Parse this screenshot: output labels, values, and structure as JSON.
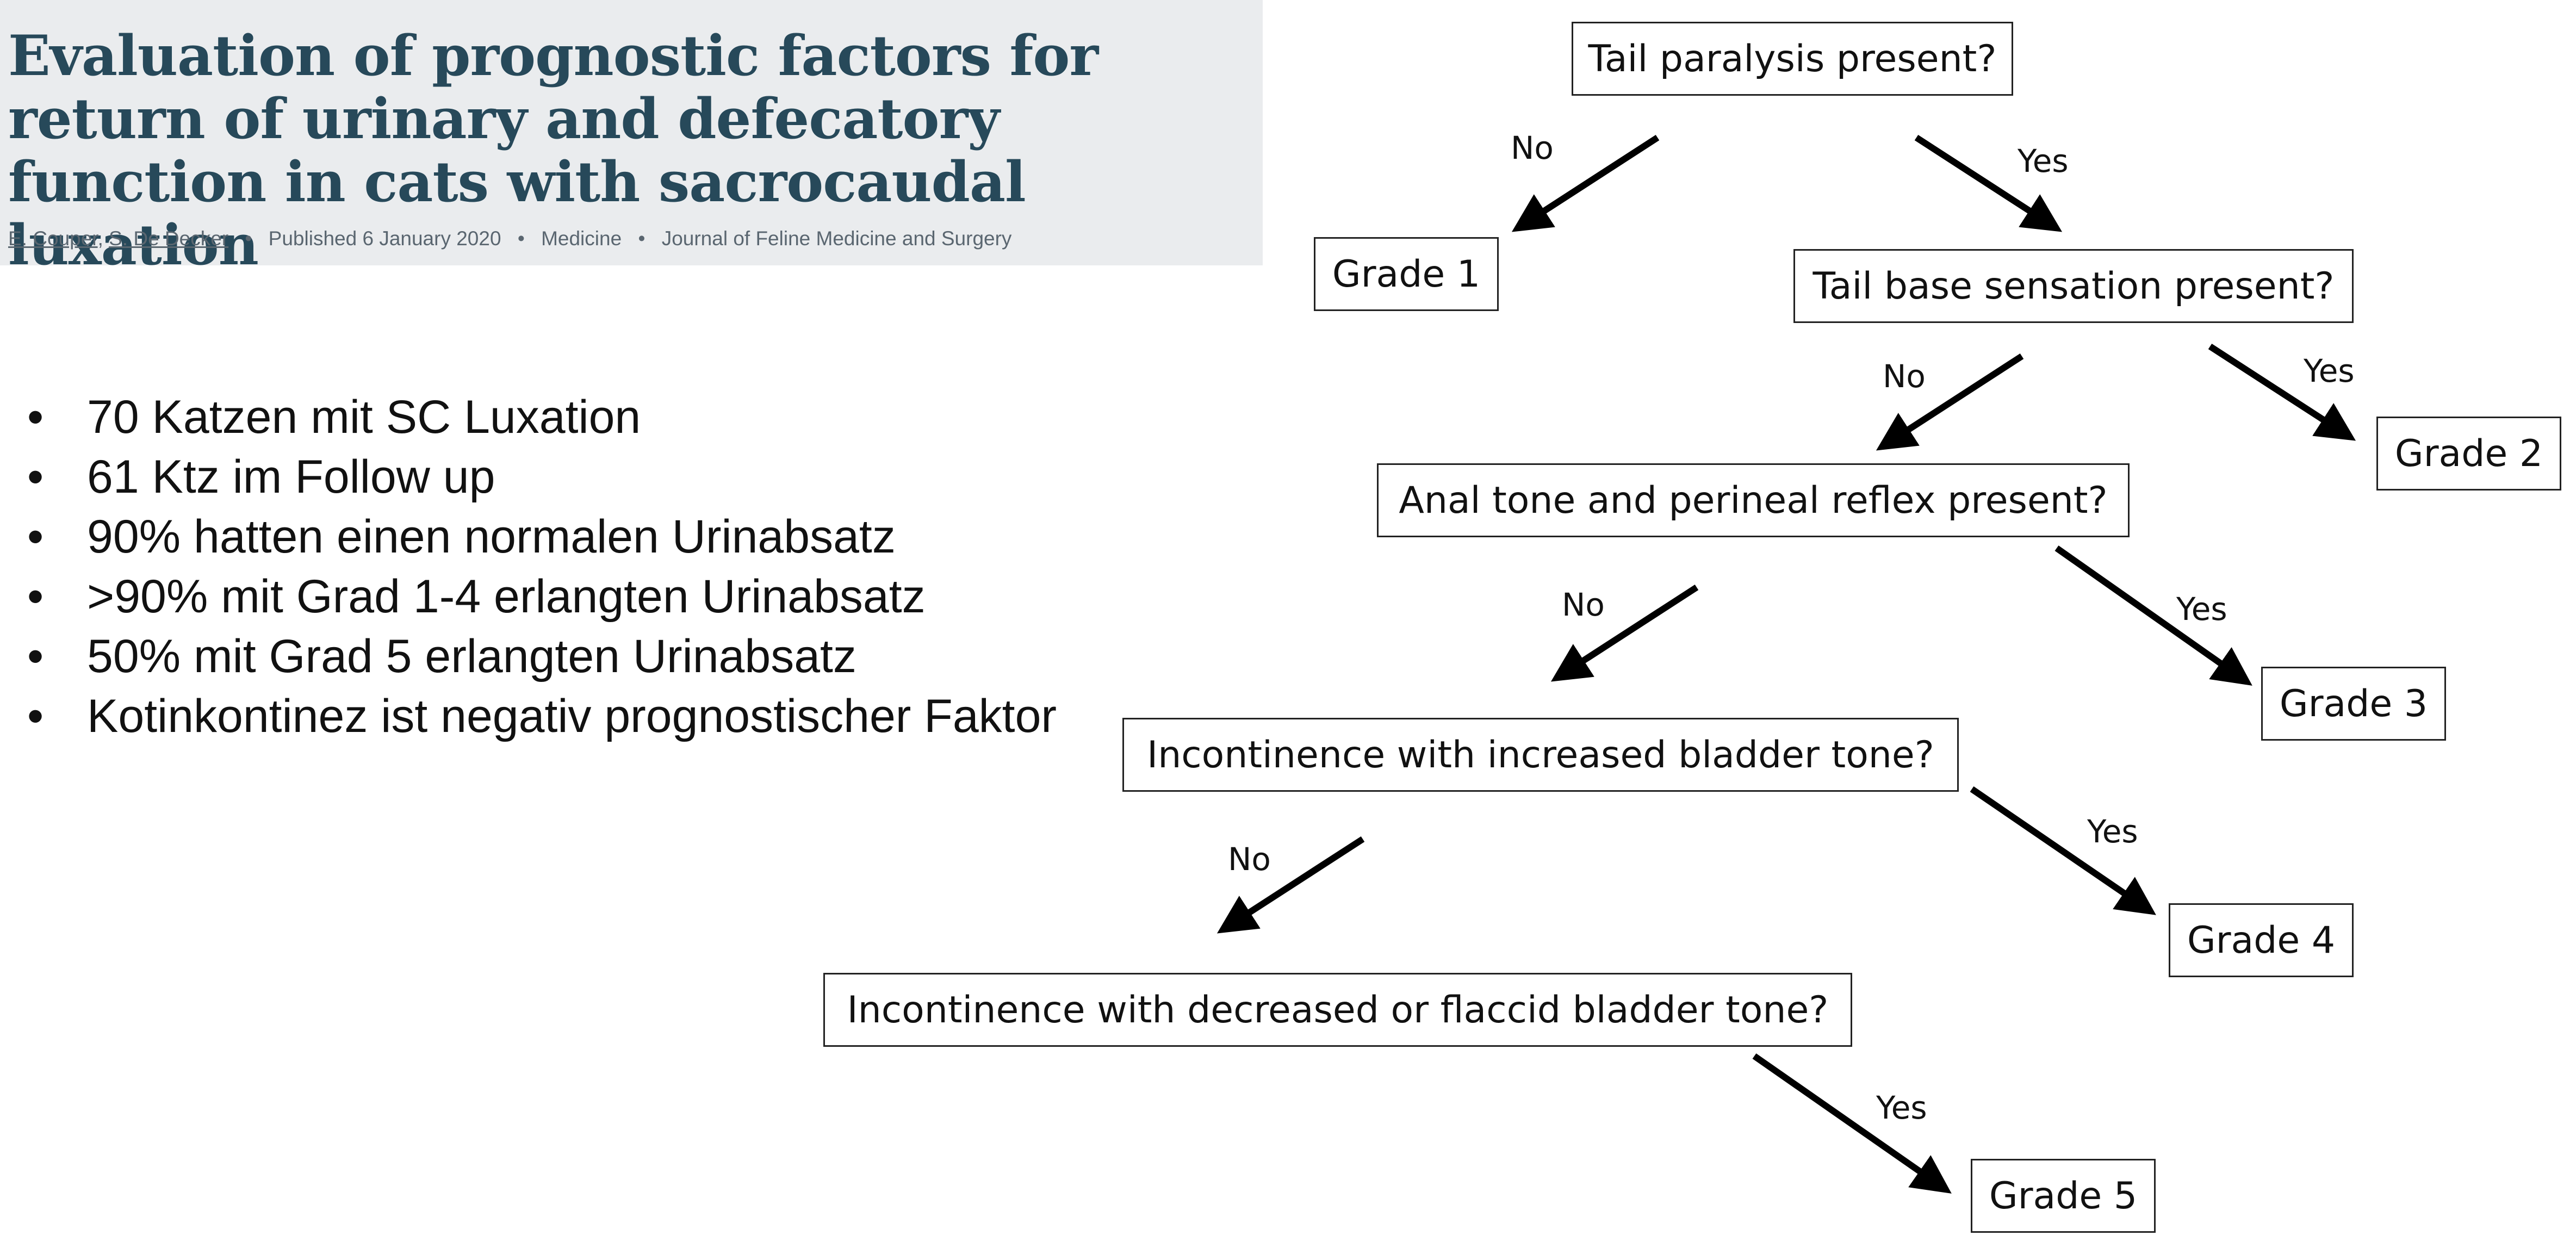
{
  "paper": {
    "title": "Evaluation of prognostic factors for return of urinary and defecatory function in cats with sacrocaudal luxation",
    "authors": [
      "E. Couper",
      "S. De Decker"
    ],
    "published": "Published 6 January 2020",
    "field": "Medicine",
    "journal": "Journal of Feline Medicine and Surgery",
    "separator": "•"
  },
  "bullets": {
    "marker": "•",
    "items": [
      "70 Katzen mit SC Luxation",
      "61 Ktz im Follow up",
      "90% hatten einen normalen Urinabsatz",
      ">90% mit Grad 1-4 erlangten Urinabsatz",
      "50% mit Grad 5 erlangten Urinabsatz",
      "Kotinkontinez ist negativ prognostischer Faktor"
    ]
  },
  "flowchart": {
    "questions": [
      "Tail paralysis present?",
      "Tail base sensation present?",
      "Anal tone and perineal reflex present?",
      "Incontinence with increased bladder tone?",
      "Incontinence with decreased or flaccid bladder tone?"
    ],
    "grades": [
      "Grade 1",
      "Grade 2",
      "Grade 3",
      "Grade 4",
      "Grade 5"
    ],
    "no_labels": [
      "No",
      "No",
      "No",
      "No"
    ],
    "yes_labels": [
      "Yes",
      "Yes",
      "Yes",
      "Yes",
      "Yes"
    ]
  }
}
